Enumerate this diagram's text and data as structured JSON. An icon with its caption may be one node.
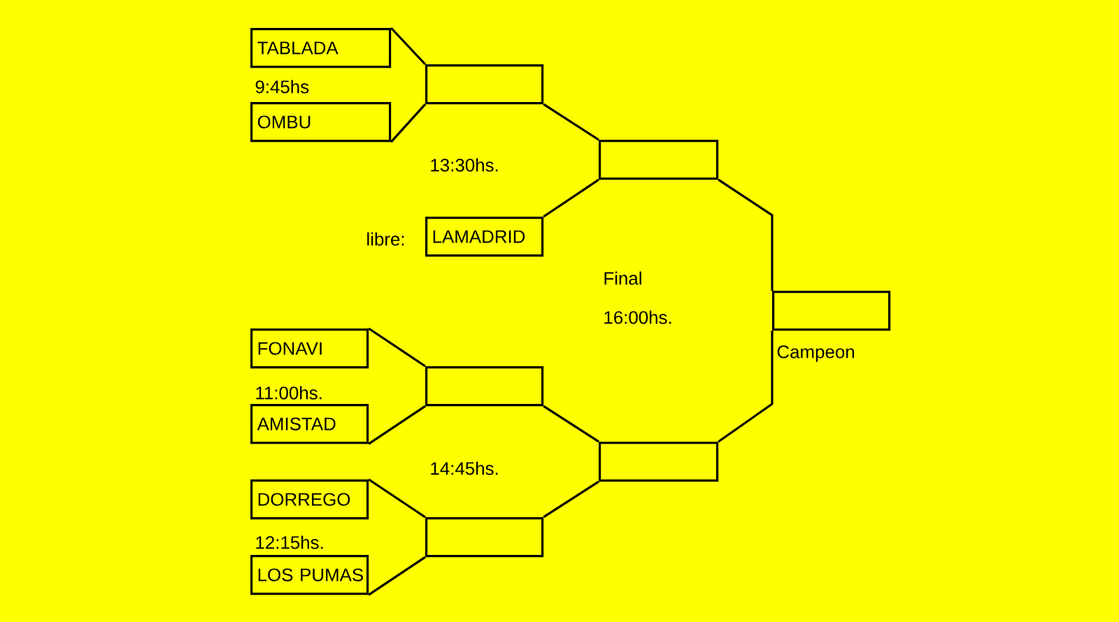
{
  "diagram": {
    "nodes": [
      {
        "text": [
          "TABLADA"
        ]
      },
      {
        "text": [
          "OMBU"
        ]
      },
      {
        "text": [],
        "shape": "box"
      },
      {
        "text": [
          "LAMADRID"
        ],
        "beside": [
          "libre:"
        ]
      },
      {
        "text": [],
        "shape": "box"
      },
      {
        "text": [],
        "shape": "box",
        "beside": [
          "Campeon"
        ]
      },
      {
        "text": [
          "FONAVI"
        ]
      },
      {
        "text": [
          "AMISTAD"
        ]
      },
      {
        "text": [],
        "shape": "box"
      },
      {
        "text": [
          "DORREGO"
        ]
      },
      {
        "text": [
          "LOS PUMAS"
        ]
      },
      {
        "text": [],
        "shape": "box"
      },
      {
        "text": [],
        "shape": "box"
      }
    ],
    "edges": [
      {
        "from": 0,
        "to": 2,
        "arrow": "none"
      },
      {
        "from": 1,
        "to": 2,
        "arrow": "none"
      },
      {
        "from": 2,
        "to": 4,
        "arrow": "none"
      },
      {
        "from": 3,
        "to": 4,
        "arrow": "none"
      },
      {
        "from": 4,
        "to": 5,
        "arrow": "none"
      },
      {
        "from": 6,
        "to": 8,
        "arrow": "none"
      },
      {
        "from": 7,
        "to": 8,
        "arrow": "none"
      },
      {
        "from": 8,
        "to": 12,
        "arrow": "none"
      },
      {
        "from": 9,
        "to": 11,
        "arrow": "none"
      },
      {
        "from": 10,
        "to": 11,
        "arrow": "none"
      },
      {
        "from": 11,
        "to": 12,
        "arrow": "none"
      },
      {
        "from": 12,
        "to": 5,
        "arrow": "none"
      }
    ],
    "labels": [
      "9:45hs",
      "13:30hs.",
      "Final",
      "16:00hs.",
      "11:00hs.",
      "14:45hs.",
      "12:15hs."
    ]
  }
}
